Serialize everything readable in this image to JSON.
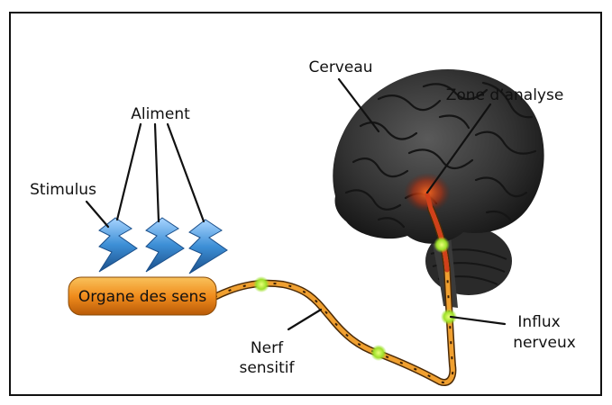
{
  "diagram": {
    "labels": {
      "stimulus": "Stimulus",
      "aliment": "Aliment",
      "organe": "Organe des sens",
      "cerveau": "Cerveau",
      "zone": "Zone d’analyse",
      "nerf_line1": "Nerf",
      "nerf_line2": "sensitif",
      "influx_line1": "Influx",
      "influx_line2": "nerveux"
    },
    "colors": {
      "lightning": "#3d8fd6",
      "organ": "#f08c1c",
      "nerve": "#f0a030",
      "brain": "#2d2d2d",
      "impulse": "#9ee02a",
      "analysis_zone": "#e0501a"
    },
    "icons": [
      "lightning-icon",
      "brain-icon"
    ]
  }
}
